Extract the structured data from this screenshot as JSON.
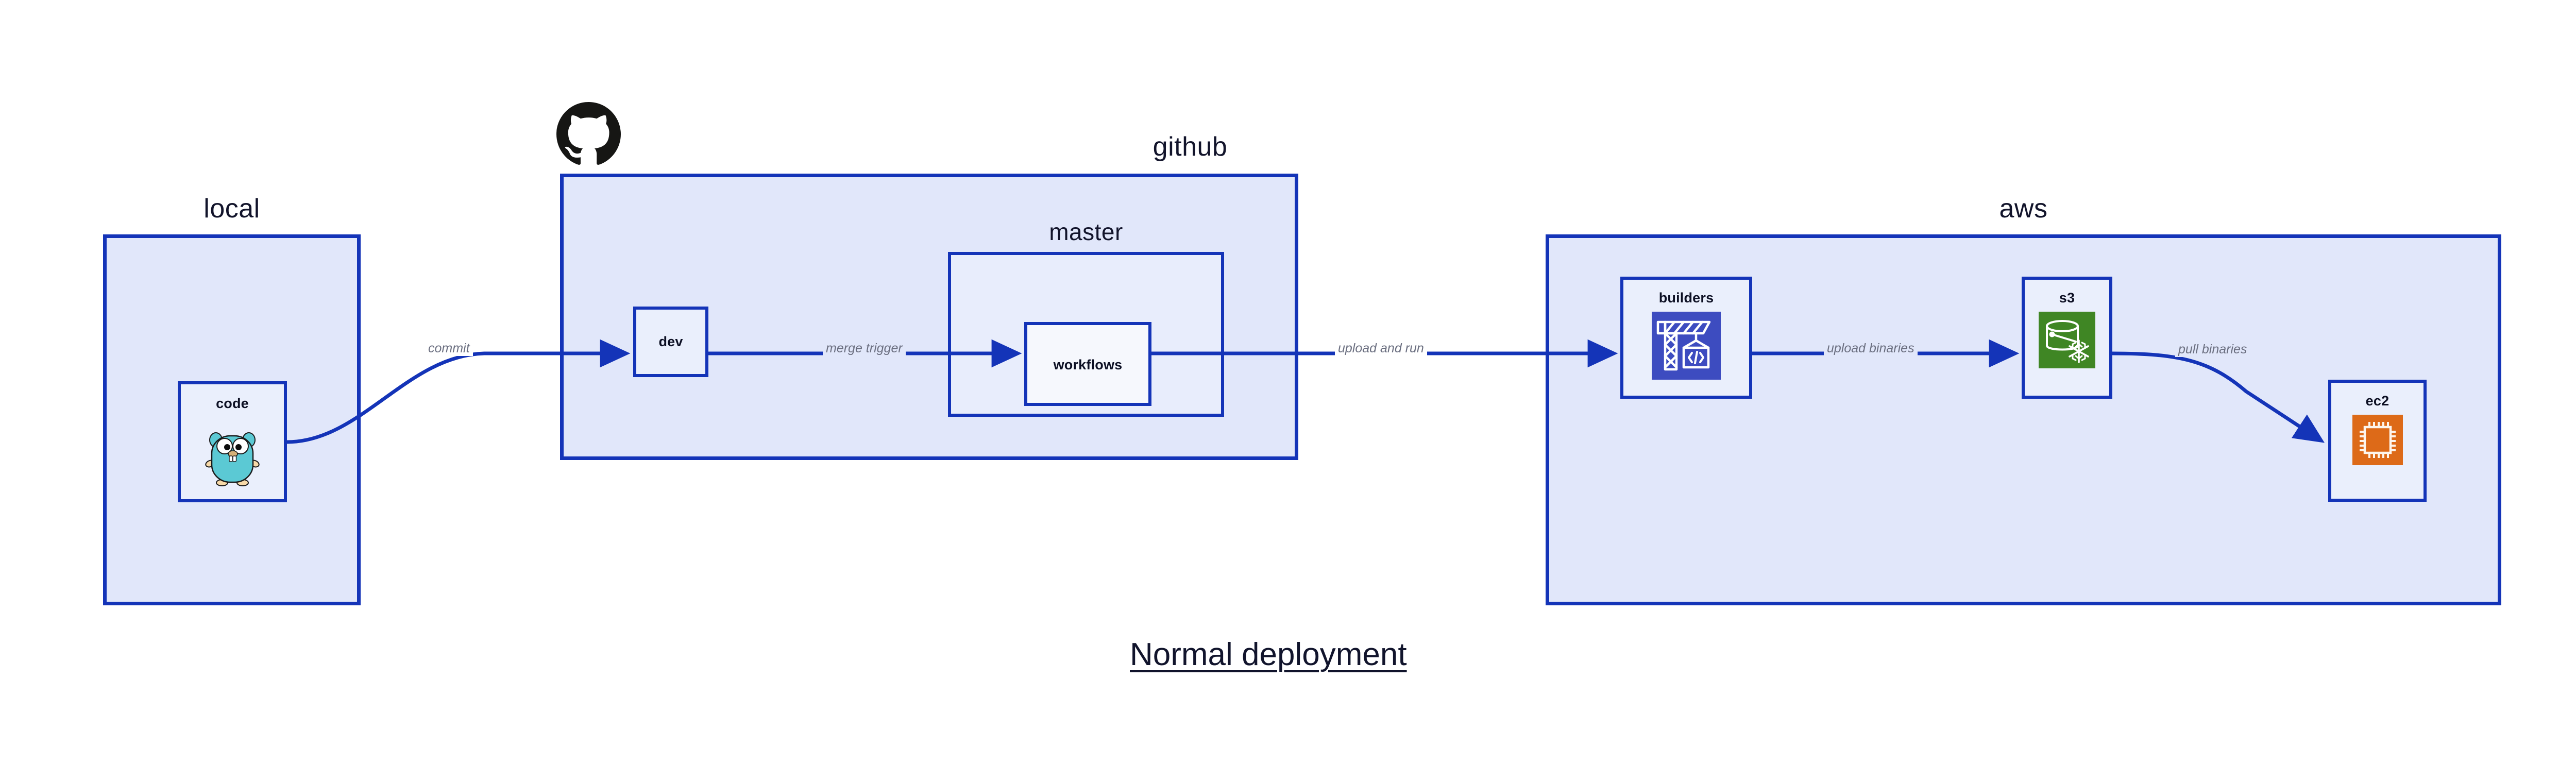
{
  "diagram": {
    "title": "Normal deployment",
    "background": "#ffffff",
    "accent_border": "#1434b8",
    "group_fill": "#e1e7fa",
    "node_fill": "#eaeffc",
    "edge_label_color": "#6b6f80"
  },
  "groups": [
    {
      "id": "local",
      "label": "local"
    },
    {
      "id": "github",
      "label": "github"
    },
    {
      "id": "aws",
      "label": "aws"
    }
  ],
  "subgroups": [
    {
      "id": "master",
      "label": "master",
      "parent": "github"
    }
  ],
  "nodes": [
    {
      "id": "code",
      "label": "code",
      "icon": "go-gopher-icon",
      "parent": "local"
    },
    {
      "id": "dev",
      "label": "dev",
      "icon": null,
      "parent": "github"
    },
    {
      "id": "workflows",
      "label": "workflows",
      "icon": null,
      "parent": "master"
    },
    {
      "id": "builders",
      "label": "builders",
      "icon": "aws-crane-icon",
      "parent": "aws",
      "icon_color": "#3d4cc0"
    },
    {
      "id": "s3",
      "label": "s3",
      "icon": "aws-s3-glacier-icon",
      "parent": "aws",
      "icon_color": "#3f8624"
    },
    {
      "id": "ec2",
      "label": "ec2",
      "icon": "aws-ec2-chip-icon",
      "parent": "aws",
      "icon_color": "#dd6a18"
    }
  ],
  "edges": [
    {
      "id": "commit",
      "label": "commit",
      "from": "code",
      "to": "dev"
    },
    {
      "id": "merge-trigger",
      "label": "merge trigger",
      "from": "dev",
      "to": "workflows"
    },
    {
      "id": "upload-and-run",
      "label": "upload and run",
      "from": "workflows",
      "to": "builders"
    },
    {
      "id": "upload-binaries",
      "label": "upload binaries",
      "from": "builders",
      "to": "s3"
    },
    {
      "id": "pull-binaries",
      "label": "pull binaries",
      "from": "s3",
      "to": "ec2"
    }
  ],
  "logos": [
    {
      "id": "github-logo",
      "name": "github-octocat-logo",
      "color": "#161614"
    }
  ]
}
